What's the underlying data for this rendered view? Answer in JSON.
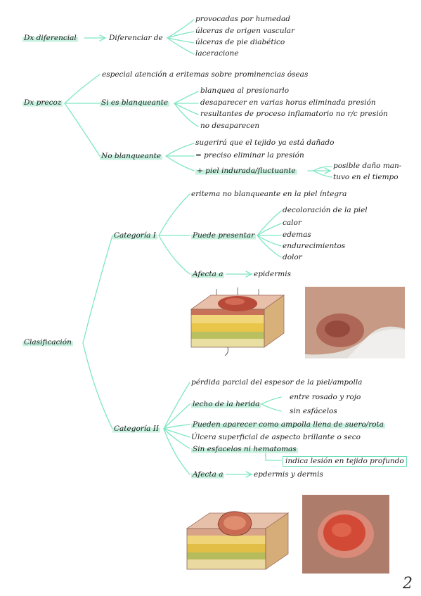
{
  "sections": {
    "dx_diferencial": {
      "label": "Dx diferencial",
      "branch": "Diferenciar de",
      "items": [
        "provocadas por humedad",
        "úlceras de origen vascular",
        "úlceras de pie diabético",
        "laceracione"
      ]
    },
    "dx_precoz": {
      "label": "Dx precoz",
      "note": "especial atención a eritemas sobre prominencias óseas",
      "si_blanqueante": {
        "label": "Si es blanqueante",
        "items": [
          "blanquea al presionarlo",
          "desaparecer en varias horas eliminada presión",
          "resultantes de proceso inflamatorio no r/c presión",
          "no desaparecen"
        ]
      },
      "no_blanqueante": {
        "label": "No blanqueante",
        "items": [
          "sugerirá que el tejido ya está dañado",
          "= preciso eliminar la presión",
          "+ piel indurada/fluctuante"
        ],
        "sub_note_1": "posible daño man-",
        "sub_note_2": "tuvo en el tiempo"
      }
    },
    "clasificacion": {
      "label": "Clasificación",
      "cat1": {
        "label": "Categoría I",
        "item": "eritema no blanqueante en la piel íntegra",
        "puede_presentar": "Puede presentar",
        "signs": [
          "decoloración de la piel",
          "calor",
          "edemas",
          "endurecimientos",
          "dolor"
        ],
        "afecta": "Afecta a",
        "afecta_target": "epidermis"
      },
      "cat2": {
        "label": "Categoría II",
        "item": "pérdida parcial del espesor de la piel/ampolla",
        "lecho": "lecho de la herida",
        "lecho_items": [
          "entre rosado y rojo",
          "sin esfácelos"
        ],
        "extra": [
          "Pueden aparecer como ampolla llena de suero/rota",
          "Úlcera superficial de aspecto brillante o seco",
          "Sin esfacelos ni hematomas"
        ],
        "box_note": "indica lesión en tejido profundo",
        "afecta": "Afecta a",
        "afecta_target": "epdermis y dermis"
      }
    }
  },
  "page_number": "2",
  "colors": {
    "line": "#7fe6c2",
    "highlight": "#c7f1df",
    "text": "#1d1d1d"
  }
}
